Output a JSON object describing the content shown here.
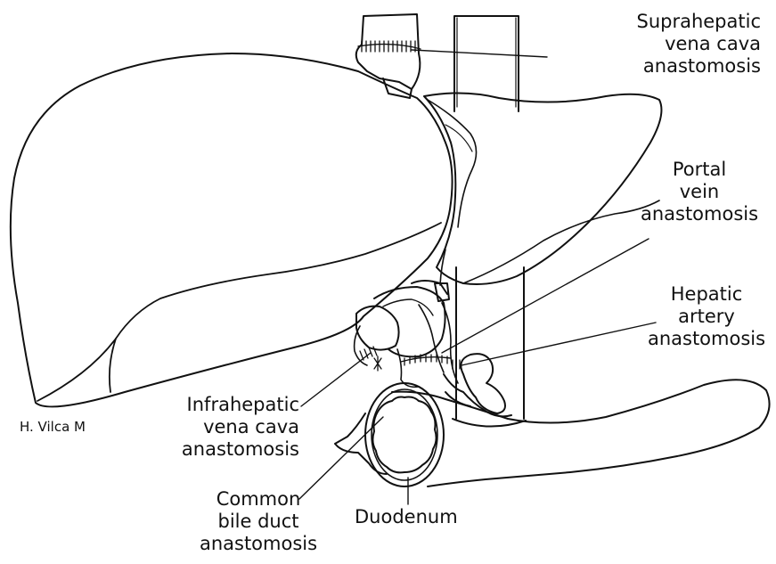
{
  "labels": {
    "suprahepatic": [
      "Suprahepatic",
      "vena cava",
      "anastomosis"
    ],
    "portal": [
      "Portal",
      "vein",
      "anastomosis"
    ],
    "hepatic_artery": [
      "Hepatic",
      "artery",
      "anastomosis"
    ],
    "infrahepatic": [
      "Infrahepatic",
      "vena cava",
      "anastomosis"
    ],
    "bile_duct": [
      "Common",
      "bile duct",
      "anastomosis"
    ],
    "duodenum": "Duodenum",
    "signature": "H. Vilca M"
  },
  "colors": {
    "line": "#111111",
    "background": "#ffffff"
  }
}
